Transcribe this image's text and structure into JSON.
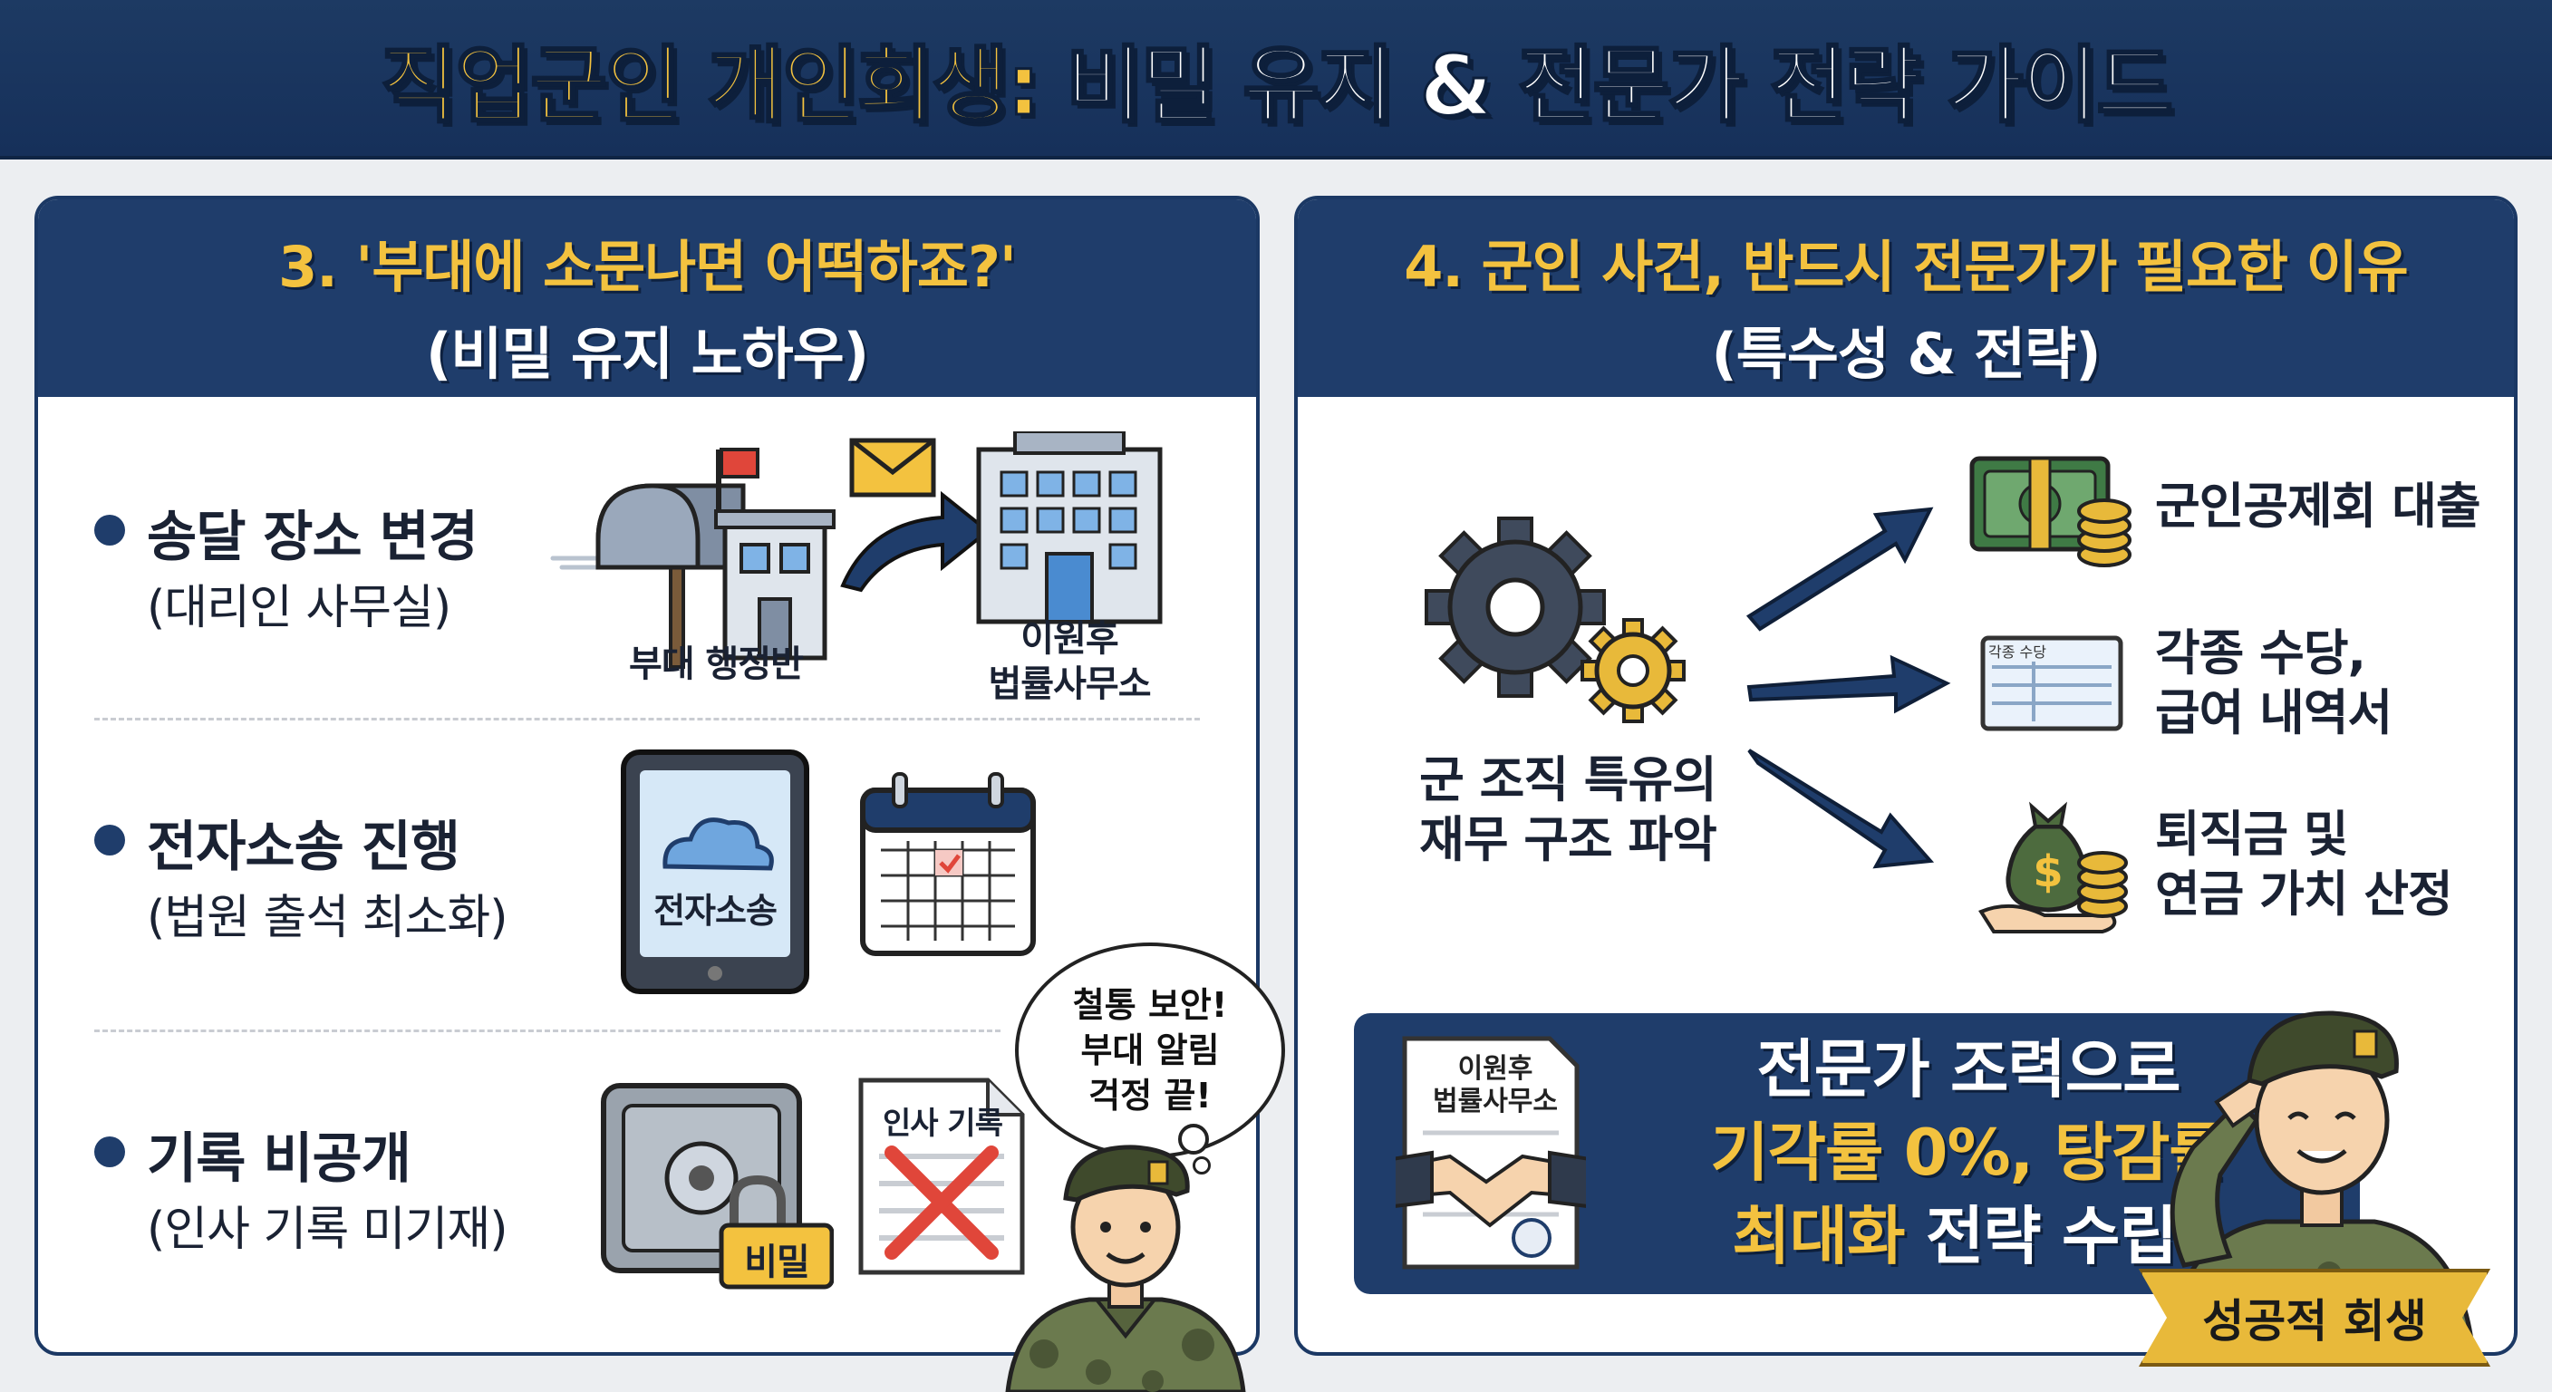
{
  "header": {
    "title_part1": "직업군인 개인회생:",
    "title_part2": "비밀 유지 & 전문가 전략 가이드"
  },
  "left_panel": {
    "title": "3. '부대에 소문나면 어떡하죠?'",
    "subtitle": "(비밀 유지 노하우)",
    "items": [
      {
        "title": "송달 장소 변경",
        "subtitle": "(대리인 사무실)",
        "icons": [
          "mailbox-icon",
          "envelope-icon",
          "arrow-icon",
          "office-building-icon"
        ],
        "caption_from": "부대 행정반",
        "caption_to_line1": "이원후",
        "caption_to_line2": "법률사무소"
      },
      {
        "title": "전자소송 진행",
        "subtitle": "(법원 출석 최소화)",
        "icons": [
          "tablet-icon",
          "cloud-icon",
          "calendar-icon"
        ],
        "tablet_label": "전자소송"
      },
      {
        "title": "기록 비공개",
        "subtitle": "(인사 기록 미기재)",
        "icons": [
          "safe-icon",
          "padlock-icon",
          "crossed-document-icon"
        ],
        "lock_label": "비밀",
        "doc_label": "인사 기록"
      }
    ],
    "bubble": [
      "철통 보안!",
      "부대 알림",
      "걱정 끝!"
    ]
  },
  "right_panel": {
    "title": "4. 군인 사건, 반드시 전문가가 필요한 이유",
    "subtitle": "(특수성 & 전략)",
    "center_label_line1": "군 조직 특유의",
    "center_label_line2": "재무 구조 파악",
    "center_icon": "gears-icon",
    "results": [
      {
        "icon": "money-stack-icon",
        "line1": "군인공제회 대출",
        "line2": ""
      },
      {
        "icon": "pay-statement-icon",
        "line1": "각종 수당,",
        "line2": "급여 내역서",
        "doc_label": "각종 수당"
      },
      {
        "icon": "money-bag-icon",
        "line1": "퇴직금 및",
        "line2": "연금 가치 산정"
      }
    ],
    "promo": {
      "doc_line1": "이원후",
      "doc_line2": "법률사무소",
      "line1": "전문가 조력으로",
      "line2": "기각률 0%, 탕감률",
      "line3_highlight": "최대화",
      "line3_rest": " 전략 수립!"
    },
    "ribbon": "성공적 회생"
  },
  "colors": {
    "navy": "#1f3d6b",
    "gold": "#f3c23f",
    "red_cross": "#e0463a",
    "camo_green": "#6b7a4e"
  }
}
